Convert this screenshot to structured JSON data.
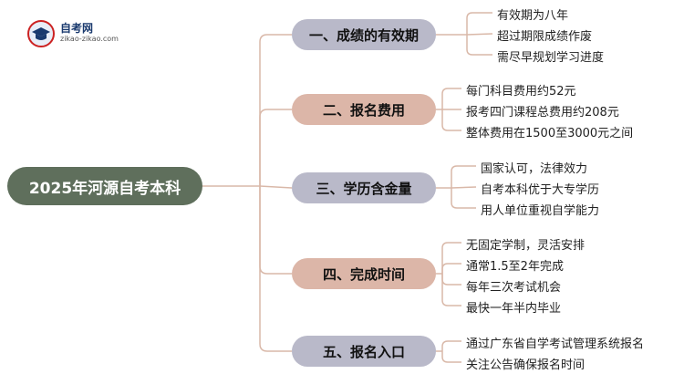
{
  "logo": {
    "name": "自考网",
    "url": "zikao-zikao.com"
  },
  "root": {
    "label": "2025年河源自考本科"
  },
  "branches": [
    {
      "label": "一、成绩的有效期",
      "leaves": [
        "有效期为八年",
        "超过期限成绩作废",
        "需尽早规划学习进度"
      ]
    },
    {
      "label": "二、报名费用",
      "leaves": [
        "每门科目费用约52元",
        "报考四门课程总费用约208元",
        "整体费用在1500至3000元之间"
      ]
    },
    {
      "label": "三、学历含金量",
      "leaves": [
        "国家认可，法律效力",
        "自考本科优于大专学历",
        "用人单位重视自学能力"
      ]
    },
    {
      "label": "四、完成时间",
      "leaves": [
        "无固定学制，灵活安排",
        "通常1.5至2年完成",
        "每年三次考试机会",
        "最快一年半内毕业"
      ]
    },
    {
      "label": "五、报名入口",
      "leaves": [
        "通过广东省自学考试管理系统报名",
        "关注公告确保报名时间"
      ]
    }
  ],
  "colors": {
    "root": "#5f6f5c",
    "branch_gray": "#b9b9c9",
    "branch_rose": "#dcb6a8",
    "connector": "#d9b8a8"
  }
}
